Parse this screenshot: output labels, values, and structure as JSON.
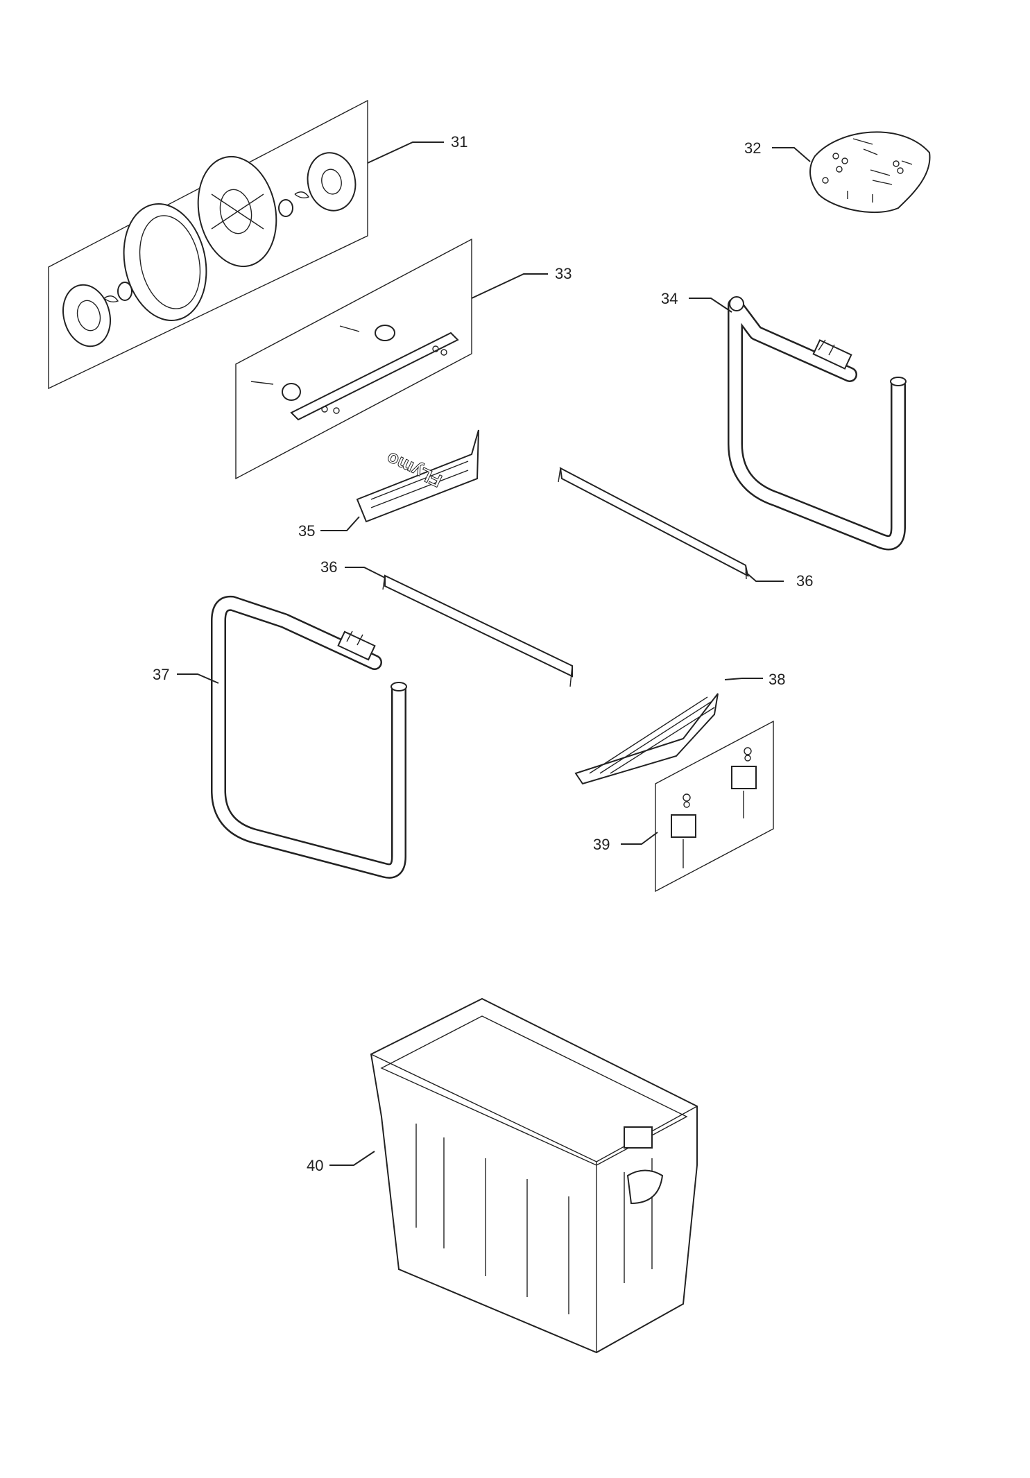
{
  "callouts": {
    "c31": "31",
    "c32": "32",
    "c33": "33",
    "c34": "34",
    "c35": "35",
    "c36a": "36",
    "c36b": "36",
    "c37": "37",
    "c38": "38",
    "c39": "39",
    "c40": "40"
  },
  "brand_on_part_35": "FLymo",
  "colors": {
    "line": "#222222",
    "background": "#ffffff"
  }
}
